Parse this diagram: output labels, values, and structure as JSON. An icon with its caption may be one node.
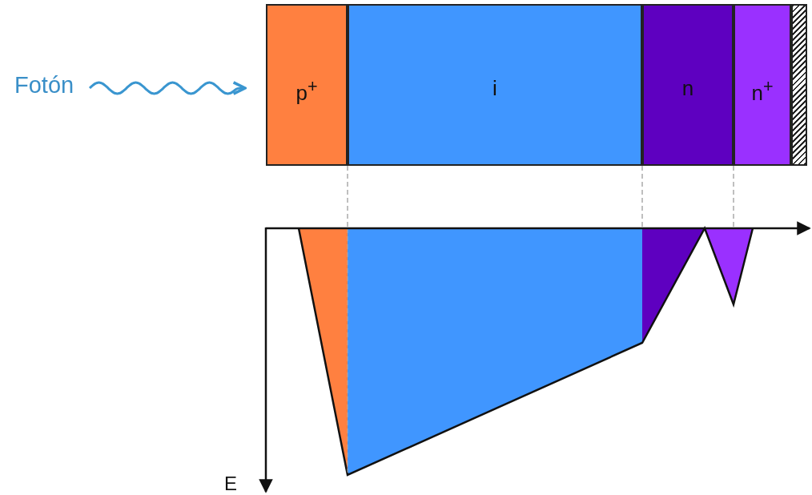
{
  "diagram": {
    "nodes": [
      {
        "text": [
          "Fotón"
        ]
      },
      {
        "text": [
          "p$^{+}$"
        ]
      },
      {
        "text": [
          "i"
        ]
      },
      {
        "text": [
          "n"
        ]
      },
      {
        "text": [
          "n$^{+}$"
        ]
      },
      {
        "text": [],
        "shape": "bar"
      }
    ],
    "edges": [
      {
        "from": 0,
        "to": 1,
        "arrow": "to",
        "color": "#3a96d0"
      }
    ],
    "labels": [
      "E"
    ]
  }
}
